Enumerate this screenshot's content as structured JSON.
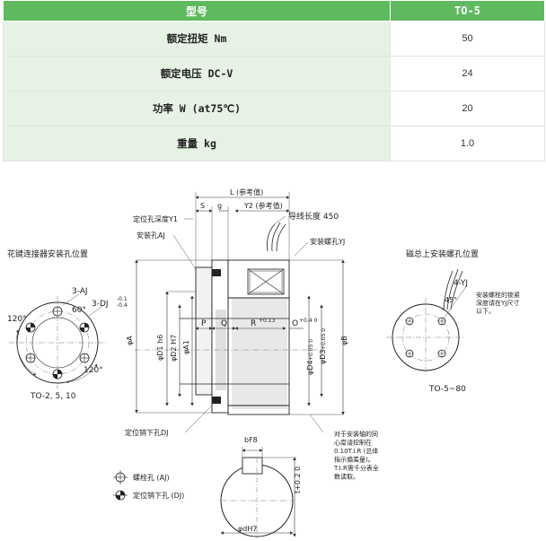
{
  "table": {
    "header": {
      "label": "型号",
      "model": "TO-5"
    },
    "rows": [
      {
        "label": "额定扭矩 Nm",
        "value": "50"
      },
      {
        "label": "额定电压 DC-V",
        "value": "24"
      },
      {
        "label": "功率 W (at75℃)",
        "value": "20"
      },
      {
        "label": "重量 kg",
        "value": "1.0"
      }
    ]
  },
  "diagram": {
    "left_title": "花键连接器安装孔位置",
    "left_model": "TO-2, 5, 10",
    "right_title": "磁总上安装螺孔位置",
    "right_model": "TO-5~80",
    "labels": {
      "L": "L (参考值)",
      "S": "S",
      "g": "g",
      "Y2": "Y2 (参考值)",
      "wire_length": "导线长度 450",
      "pin_depth": "定位孔深度Y1",
      "mount_hole_aj": "安装孔AJ",
      "mount_screw_yj": "安装螺孔YJ",
      "pin_hole_dj": "定位销下孔DJ",
      "three_aj": "3-AJ",
      "sixty": "60°",
      "three_dj": "3-DJ",
      "three_dj_tol_top": "-0.1",
      "three_dj_tol_bot": "-0.4",
      "angle_120_left": "120°",
      "angle_120_bottom": "120°",
      "four_yj": "4-YJ",
      "forty_five": "45°",
      "note_right": [
        "安装螺栓的锁紧",
        "深度请在YJ尺寸",
        "以下。"
      ],
      "phi_a": "φA",
      "phi_d1": "φD1 h6",
      "phi_d2": "φD2 H7",
      "phi_a1": "φA1",
      "phi_d4": "φD4",
      "phi_d4_tol": "+0.05 0",
      "phi_d3": "φD3",
      "phi_d3_tol": "+0.05 0",
      "phi_b": "φB",
      "P": "P",
      "Q": "Q",
      "R": "R",
      "R_tol": "+0.13",
      "O": "O",
      "O_tol": "+0.4 0",
      "note_center": [
        "对于安装轴的同",
        "心度请控制在",
        "0.10T.I.R (总体",
        "指示偏差量)。",
        "T.I.R需千分表全",
        "数读取。"
      ],
      "bf8": "bF8",
      "t_tol": "t+0.2 0",
      "phi_dh7": "φdH7",
      "legend_aj": "螺栓孔 (AJ)",
      "legend_dj": "定位销下孔 (DJ)"
    }
  }
}
